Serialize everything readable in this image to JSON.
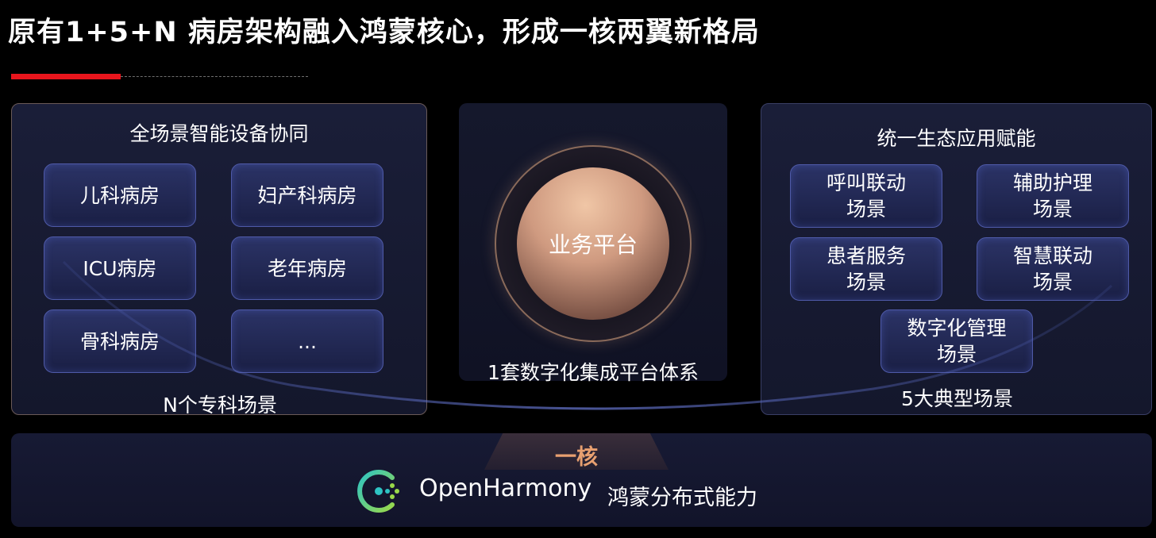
{
  "title": "原有1+5+N 病房架构融入鸿蒙核心，形成一核两翼新格局",
  "left_panel": {
    "heading": "全场景智能设备协同",
    "cards": [
      "儿科病房",
      "妇产科病房",
      "ICU病房",
      "老年病房",
      "骨科病房",
      "..."
    ],
    "footer": "N个专科场景"
  },
  "mid_panel": {
    "sphere_label": "业务平台",
    "footer": "1套数字化集成平台体系"
  },
  "right_panel": {
    "heading": "统一生态应用赋能",
    "cards": [
      "呼叫联动\n场景",
      "辅助护理\n场景",
      "患者服务\n场景",
      "智慧联动\n场景",
      "数字化管理\n场景"
    ],
    "footer": "5大典型场景"
  },
  "core": {
    "label": "一核",
    "logo_text": "OpenHarmony",
    "description": "鸿蒙分布式能力"
  },
  "colors": {
    "accent_red": "#e8151c",
    "core_label": "#e8a070",
    "card_border": "#4f5aa8",
    "logo_teal": "#2ec4c4",
    "logo_green": "#9ad94a"
  }
}
